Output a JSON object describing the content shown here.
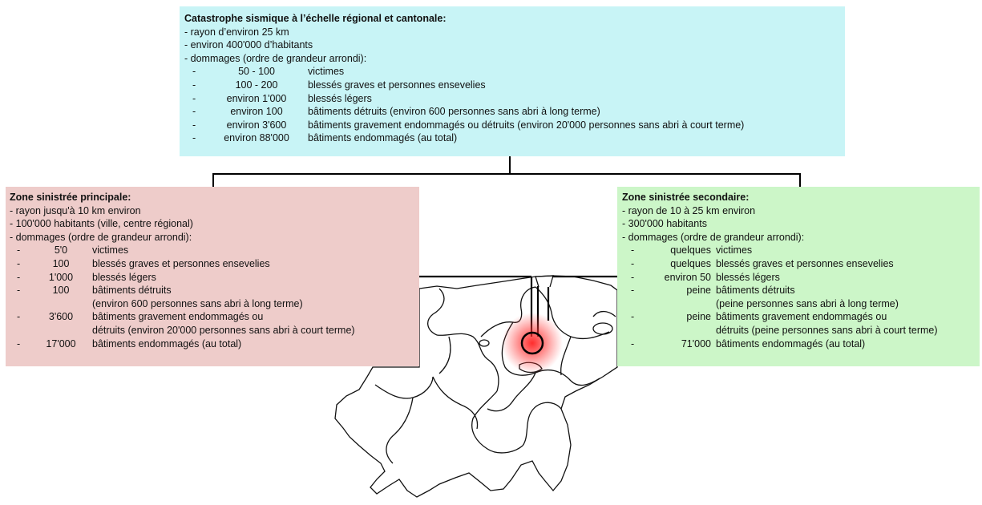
{
  "top": {
    "title": "Catastrophe sismique à l’échelle régional et cantonale:",
    "lines": [
      "- rayon d’environ 25 km",
      "- environ 400'000 d’habitants",
      "- dommages (ordre de grandeur arrondi):"
    ],
    "rows": [
      {
        "dash": "-",
        "qty": "50 - 100",
        "desc": "victimes"
      },
      {
        "dash": "-",
        "qty": "100 - 200",
        "desc": "blessés graves et personnes ensevelies"
      },
      {
        "dash": "-",
        "qty": "environ 1'000",
        "desc": "blessés légers"
      },
      {
        "dash": "-",
        "qty": "environ 100",
        "desc": "bâtiments détruits (environ 600 personnes sans abri à long terme)"
      },
      {
        "dash": "-",
        "qty": "environ 3'600",
        "desc": "bâtiments gravement endommagés ou détruits (environ 20'000 personnes sans abri à court terme)"
      },
      {
        "dash": "-",
        "qty": "environ 88'000",
        "desc": "bâtiments endommagés (au total)"
      }
    ]
  },
  "left": {
    "title": "Zone sinistrée principale:",
    "lines": [
      "- rayon jusqu'à 10 km environ",
      "- 100'000 habitants (ville, centre régional)",
      "- dommages (ordre de grandeur arrondi):"
    ],
    "rows": [
      {
        "dash": "-",
        "qty": "5'0",
        "desc": "victimes"
      },
      {
        "dash": "-",
        "qty": "100",
        "desc": "blessés graves et personnes ensevelies"
      },
      {
        "dash": "-",
        "qty": "1'000",
        "desc": "blessés légers"
      },
      {
        "dash": "-",
        "qty": "100",
        "desc": "bâtiments détruits"
      },
      {
        "dash": "",
        "qty": "",
        "desc": "(environ 600 personnes sans abri à long terme)"
      },
      {
        "dash": "-",
        "qty": "3'600",
        "desc": "bâtiments gravement endommagés ou"
      },
      {
        "dash": "",
        "qty": "",
        "desc": "détruits (environ 20'000 personnes sans abri à court terme)"
      },
      {
        "dash": "-",
        "qty": "17'000",
        "desc": "bâtiments endommagés (au total)"
      }
    ]
  },
  "right": {
    "title": "Zone sinistrée secondaire:",
    "lines": [
      "- rayon de 10 à 25 km environ",
      "- 300'000 habitants",
      "- dommages (ordre de grandeur arrondi):"
    ],
    "rows": [
      {
        "dash": "-",
        "qty": "quelques",
        "desc": "victimes"
      },
      {
        "dash": "-",
        "qty": "quelques",
        "desc": "blessés graves et personnes ensevelies"
      },
      {
        "dash": "-",
        "qty": "environ 50",
        "desc": "blessés légers"
      },
      {
        "dash": "-",
        "qty": "peine",
        "desc": "bâtiments détruits"
      },
      {
        "dash": "",
        "qty": "",
        "desc": "(peine personnes sans abri à long terme)"
      },
      {
        "dash": "-",
        "qty": "peine",
        "desc": "bâtiments gravement endommagés ou"
      },
      {
        "dash": "",
        "qty": "",
        "desc": "détruits (peine personnes sans abri à court terme)"
      },
      {
        "dash": "-",
        "qty": "71'000",
        "desc": "bâtiments endommagés (au total)"
      }
    ]
  },
  "colors": {
    "top_box": "#c8f4f6",
    "left_box": "#eeccca",
    "right_box": "#ccf6c8",
    "epicenter": "#ff2020",
    "lines": "#000000"
  },
  "icons": {
    "epicenter": "epicenter-marker-icon",
    "map": "switzerland-map"
  }
}
